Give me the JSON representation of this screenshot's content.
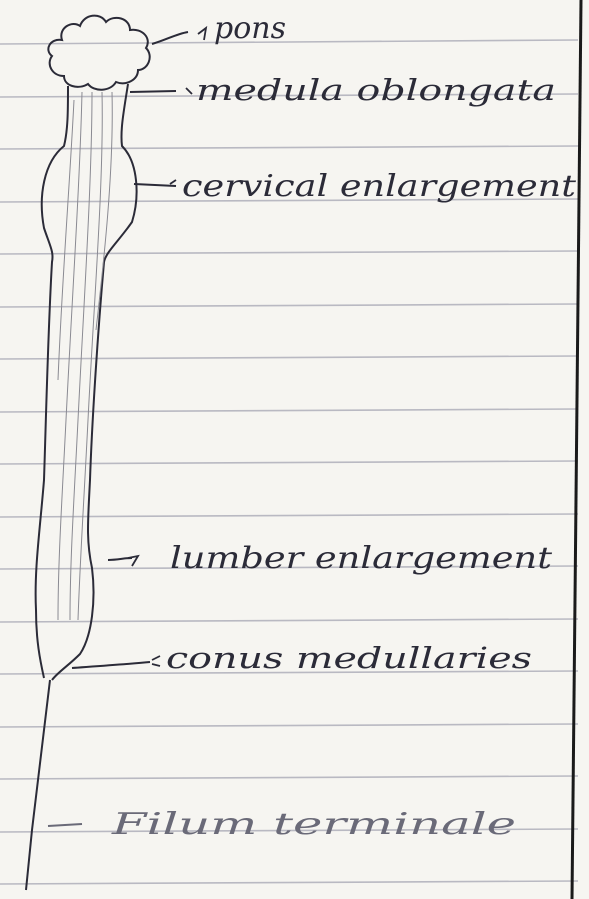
{
  "labels": {
    "pons": "pons",
    "medulla_oblongata": "medula oblongata",
    "cervical_enlargement": "cervical enlargement",
    "lumbar_enlargement": "lumber enlargement",
    "conus_medullaris": "conus medullaries",
    "filum_terminale": "Filum terminale"
  },
  "colors": {
    "paper": "#f6f5f1",
    "rule_line": "#b9b9c2",
    "ink": "#2b2b38",
    "pencil": "#8a8a92",
    "margin_line": "#1a1a1a"
  }
}
